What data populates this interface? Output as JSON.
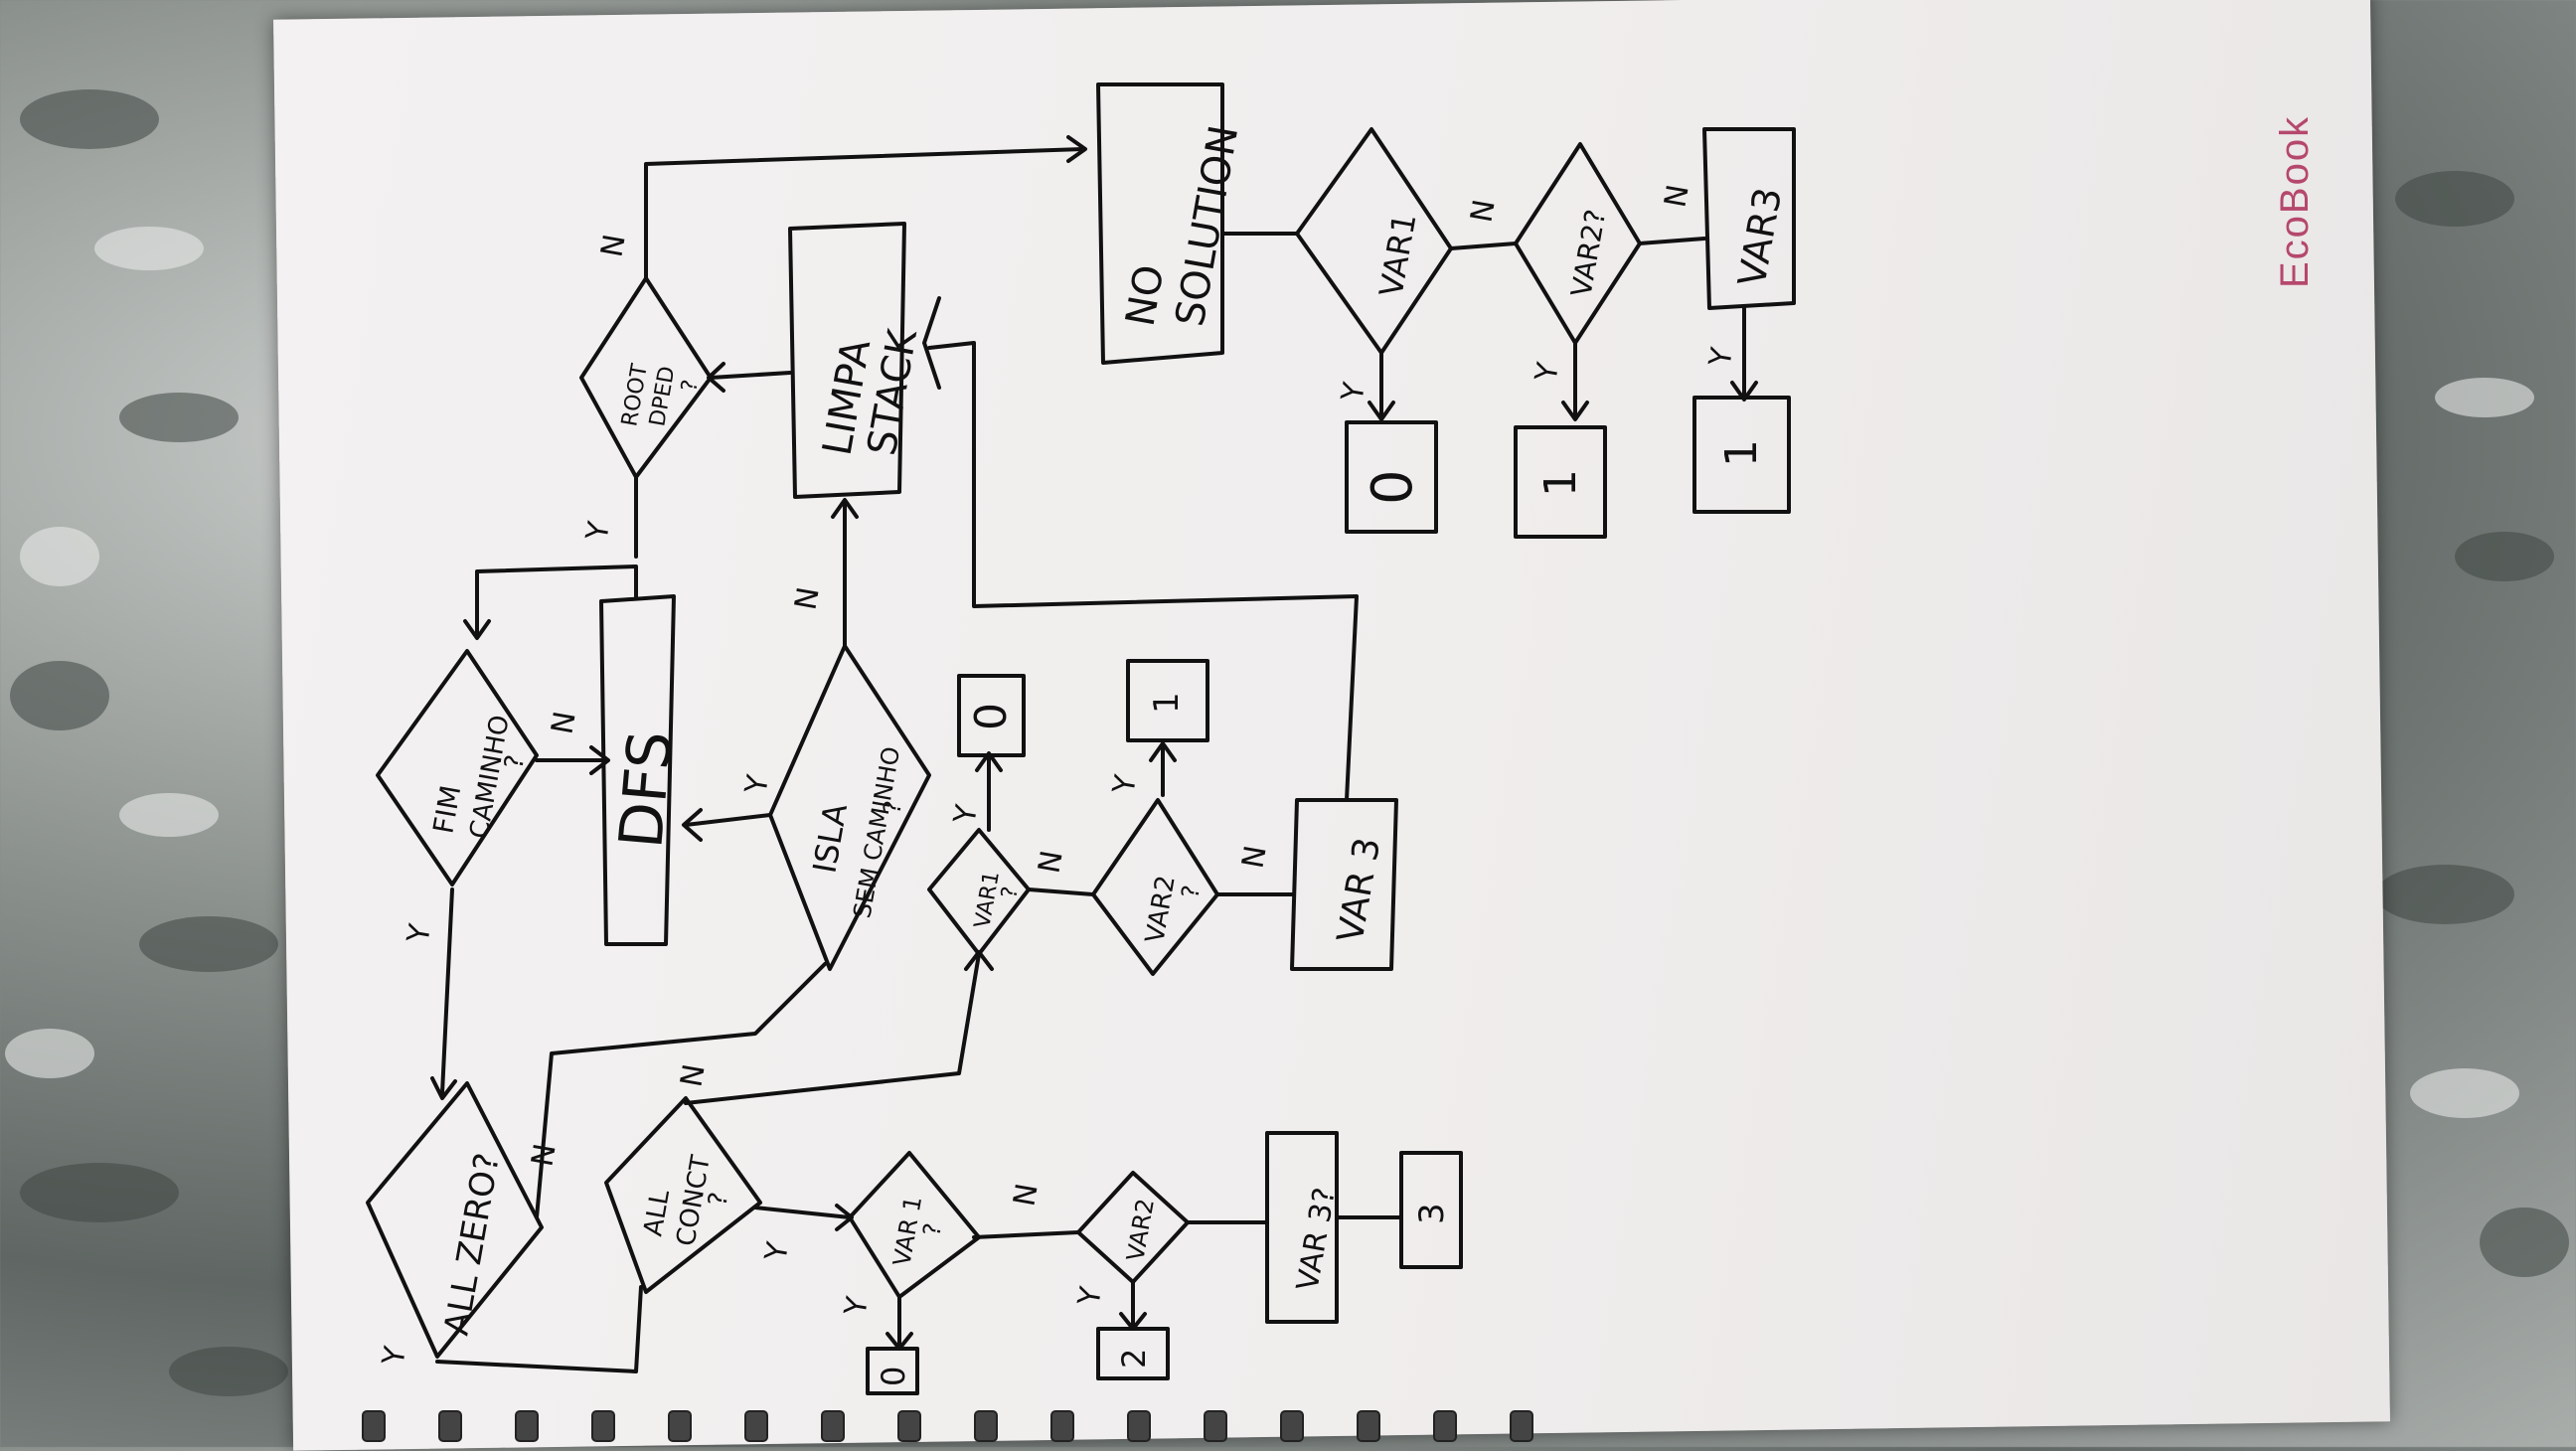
{
  "brand": {
    "name": "EcoBook",
    "color": "#b5486c"
  },
  "ink_color": "#111111",
  "notebook": {
    "paper_color": "#f1eeee",
    "background": "grey-white fur blanket"
  },
  "flowchart": {
    "left_block": {
      "all_zero": "ALL ZERO?",
      "fim_caminho": [
        "FIM",
        "CAMINHO",
        "?"
      ],
      "dfs": "DFS",
      "isla": [
        "ISLA",
        "SEM CAMINHO",
        "?"
      ],
      "all_conct": [
        "ALL",
        "CONCT",
        "?"
      ],
      "var1": [
        "VAR 1",
        "?"
      ],
      "var2": "VAR2",
      "var3": "VAR 3?",
      "out_var1": "0",
      "out_var2": "2",
      "out_var3": "3"
    },
    "middle_block": {
      "var1": [
        "VAR1",
        "?"
      ],
      "var2": [
        "VAR2",
        "?"
      ],
      "var3": "VAR 3",
      "out_var1": "0",
      "out_var2": "1"
    },
    "top_block": {
      "root": [
        "ROOT",
        "DPED",
        "?"
      ],
      "limpa": [
        "LIMPA",
        "STACK"
      ],
      "no_solution": [
        "NO",
        "SOLUTION"
      ]
    },
    "right_block": {
      "var1": "VAR1",
      "var2": "VAR2?",
      "var3": "VAR3",
      "out_var1": "0",
      "out_var2": "1",
      "out_var3": "1"
    },
    "edge_labels": {
      "yes": "Y",
      "no": "N"
    }
  }
}
